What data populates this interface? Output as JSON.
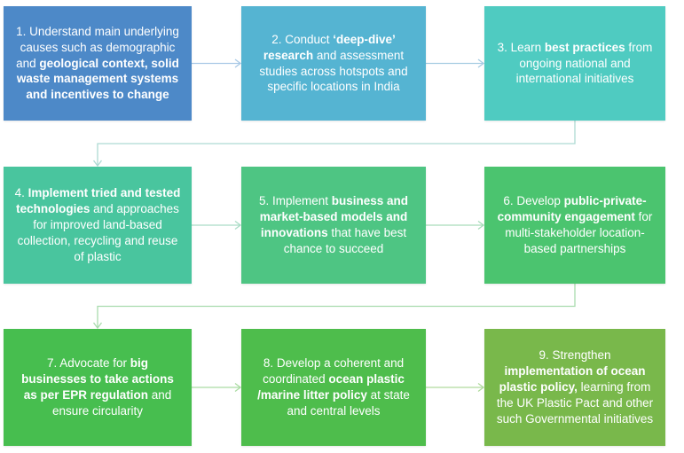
{
  "boxes": [
    {
      "step": 1,
      "color": "#4D89C8",
      "segments": [
        {
          "text": "1. Understand main underlying causes such as demographic and ",
          "bold": false
        },
        {
          "text": "geological context, solid waste management systems and incentives to change",
          "bold": true
        }
      ]
    },
    {
      "step": 2,
      "color": "#55B4D2",
      "segments": [
        {
          "text": "2. Conduct ",
          "bold": false
        },
        {
          "text": "‘deep-dive’ research",
          "bold": true
        },
        {
          "text": " and assessment studies across hotspots and specific locations in India",
          "bold": false
        }
      ]
    },
    {
      "step": 3,
      "color": "#4FCBC1",
      "segments": [
        {
          "text": "3. Learn ",
          "bold": false
        },
        {
          "text": "best practices",
          "bold": true
        },
        {
          "text": " from ongoing national and international initiatives",
          "bold": false
        }
      ]
    },
    {
      "step": 4,
      "color": "#49C59E",
      "segments": [
        {
          "text": "4. ",
          "bold": false
        },
        {
          "text": "Implement tried and tested technologies",
          "bold": true
        },
        {
          "text": " and approaches for improved land-based collection, recycling and reuse of plastic",
          "bold": false
        }
      ]
    },
    {
      "step": 5,
      "color": "#4EC583",
      "segments": [
        {
          "text": "5. Implement ",
          "bold": false
        },
        {
          "text": "business and market-based models and innovations",
          "bold": true
        },
        {
          "text": " that have best chance to succeed",
          "bold": false
        }
      ]
    },
    {
      "step": 6,
      "color": "#4BC46F",
      "segments": [
        {
          "text": "6. Develop ",
          "bold": false
        },
        {
          "text": "public-private-community engagement",
          "bold": true
        },
        {
          "text": " for multi-stakeholder location-based partnerships",
          "bold": false
        }
      ]
    },
    {
      "step": 7,
      "color": "#47BE4F",
      "segments": [
        {
          "text": "7. Advocate for ",
          "bold": false
        },
        {
          "text": "big businesses to take actions as per EPR regulation",
          "bold": true
        },
        {
          "text": " and ensure circularity",
          "bold": false
        }
      ]
    },
    {
      "step": 8,
      "color": "#4EBD4C",
      "segments": [
        {
          "text": "8. Develop a coherent and coordinated ",
          "bold": false
        },
        {
          "text": "ocean plastic /marine litter policy",
          "bold": true
        },
        {
          "text": " at state and central levels",
          "bold": false
        }
      ]
    },
    {
      "step": 9,
      "color": "#79B84B",
      "segments": [
        {
          "text": "9. Strengthen ",
          "bold": false
        },
        {
          "text": "implementation of ocean plastic policy,",
          "bold": true
        },
        {
          "text": " learning from the UK Plastic Pact and other such Governmental initiatives",
          "bold": false
        }
      ]
    }
  ],
  "connectors": [
    {
      "from": 1,
      "to": 2,
      "shape": "straight",
      "color": "#A9C9E6"
    },
    {
      "from": 2,
      "to": 3,
      "shape": "straight",
      "color": "#A6CCE2"
    },
    {
      "from": 3,
      "to": 4,
      "shape": "elbow",
      "color": "#ADDAD3"
    },
    {
      "from": 4,
      "to": 5,
      "shape": "straight",
      "color": "#AADCC6"
    },
    {
      "from": 5,
      "to": 6,
      "shape": "straight",
      "color": "#A9DCBA"
    },
    {
      "from": 6,
      "to": 7,
      "shape": "elbow",
      "color": "#A9DBAE"
    },
    {
      "from": 7,
      "to": 8,
      "shape": "straight",
      "color": "#ABDCA3"
    },
    {
      "from": 8,
      "to": 9,
      "shape": "straight",
      "color": "#B0DB9E"
    }
  ]
}
